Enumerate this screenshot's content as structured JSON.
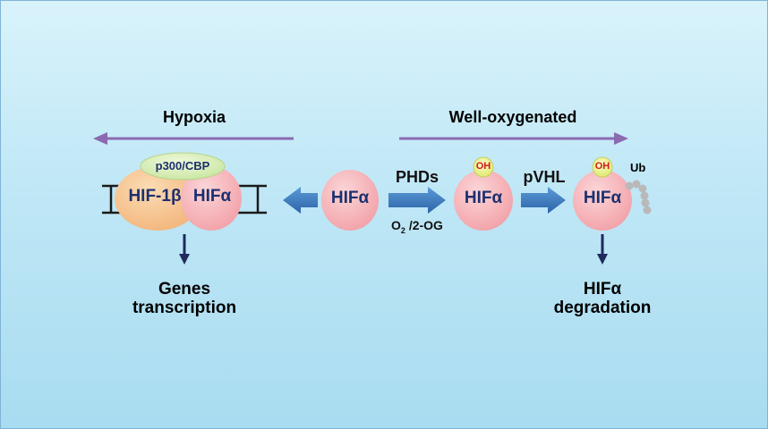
{
  "labels": {
    "hypoxia": "Hypoxia",
    "well_oxygenated": "Well-oxygenated",
    "phds": "PHDs",
    "o2_main": "O",
    "o2_sub": "2",
    "o2_rest": " /2-OG",
    "pvhl": "pVHL",
    "ub": "Ub",
    "coactivator": "p300/CBP",
    "hif1b": "HIF-1β",
    "hifa": "HIFα",
    "oh": "OH",
    "genes_line1": "Genes",
    "genes_line2": "transcription",
    "degradation_line1": "HIFα",
    "degradation_line2": "degradation"
  },
  "colors": {
    "frame_border": "#7fb3d6",
    "purple_arrow": "#8a6ab0",
    "blue_arrow": "#3a78b8",
    "dark_arrow": "#1e2a5c",
    "hifa_fill": "#f6b0b5",
    "hif1b_fill": "#f6c08e",
    "coactivator_fill": "#d8efb6",
    "oh_fill": "#e8f08a",
    "ubiquitin": "#b9b9b9",
    "dna": "#1a1a1a"
  }
}
